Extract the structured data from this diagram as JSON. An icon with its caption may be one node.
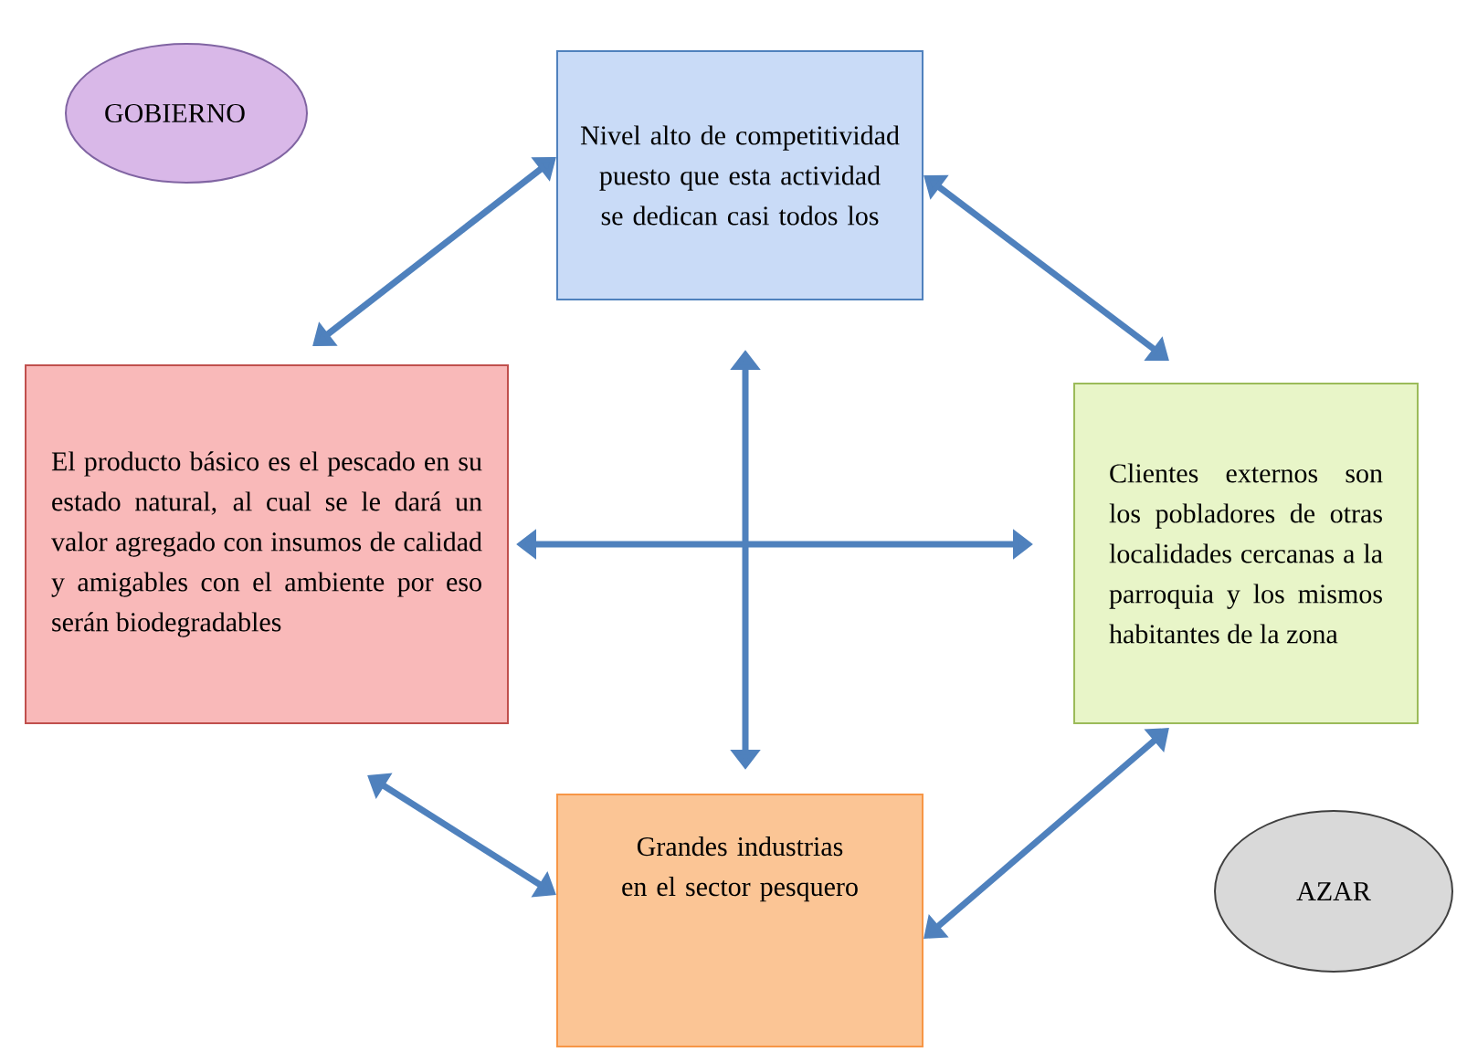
{
  "diagram": {
    "nodes": [
      {
        "text": [
          "GOBIERNO"
        ]
      },
      {
        "text": [
          "Nivel alto de competitividad puesto que esta actividad se dedican casi todos los"
        ]
      },
      {
        "text": [
          "El producto básico es el pescado en su estado natural, al cual se le dará un valor agregado con insumos de calidad y amigables con el ambiente por eso serán biodegradables"
        ]
      },
      {
        "text": [
          "Clientes externos son los pobladores de otras localidades cercanas a la parroquia y los mismos habitantes de la zona"
        ]
      },
      {
        "text": [
          "Grandes industrias en el sector pesquero"
        ]
      },
      {
        "text": [
          "AZAR"
        ]
      }
    ],
    "edges": [
      {
        "from": 1,
        "to": 2,
        "arrow": "both"
      },
      {
        "from": 1,
        "to": 3,
        "arrow": "both"
      },
      {
        "from": 2,
        "to": 4,
        "arrow": "both"
      },
      {
        "from": 3,
        "to": 4,
        "arrow": "both"
      },
      {
        "from": 1,
        "to": 4,
        "arrow": "both"
      },
      {
        "from": 2,
        "to": 3,
        "arrow": "both"
      }
    ]
  }
}
